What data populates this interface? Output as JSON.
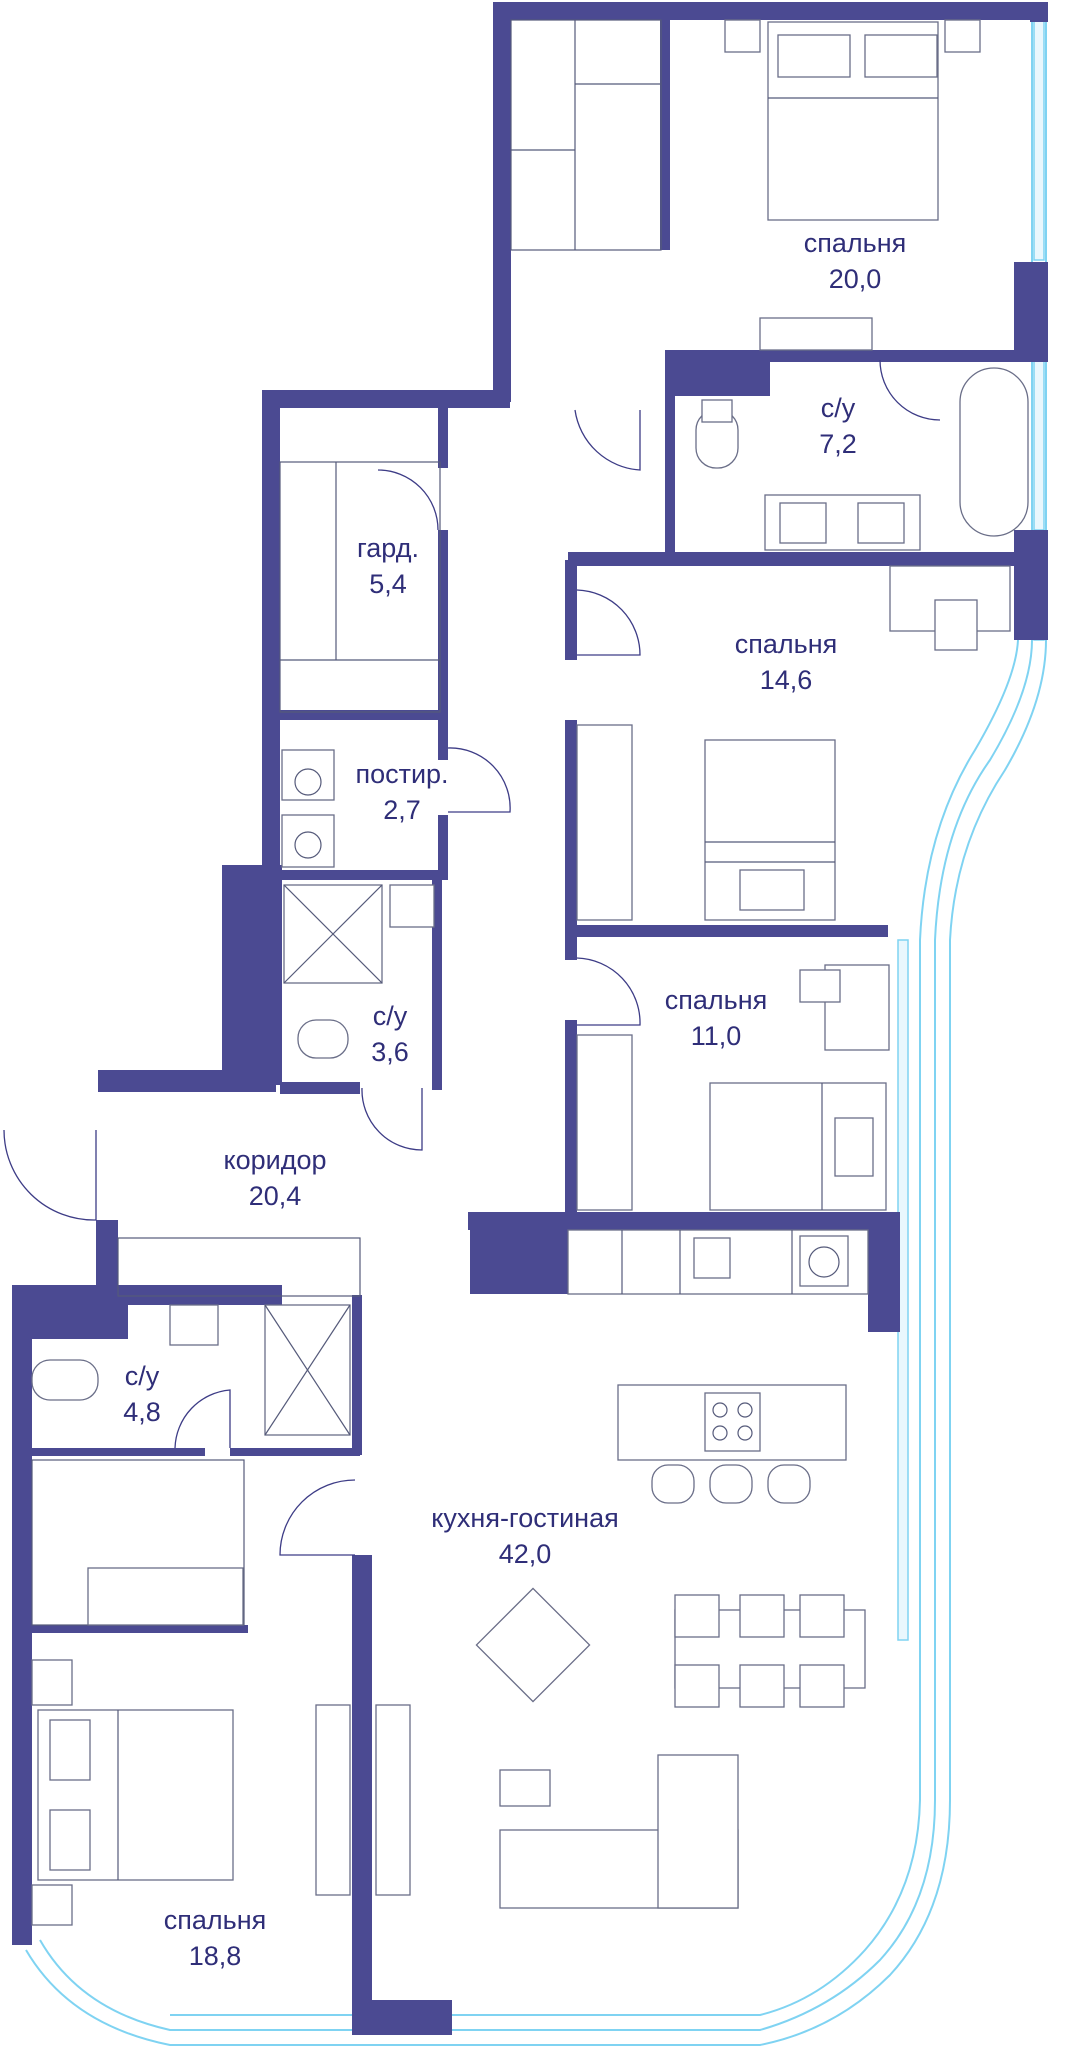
{
  "rooms": {
    "bedroom_top": {
      "name": "спальня",
      "area": "20,0"
    },
    "bath_top": {
      "name": "с/у",
      "area": "7,2"
    },
    "wardrobe": {
      "name": "гард.",
      "area": "5,4"
    },
    "bedroom_mid": {
      "name": "спальня",
      "area": "14,6"
    },
    "laundry": {
      "name": "постир.",
      "area": "2,7"
    },
    "bath_mid": {
      "name": "с/у",
      "area": "3,6"
    },
    "bedroom_small": {
      "name": "спальня",
      "area": "11,0"
    },
    "corridor": {
      "name": "коридор",
      "area": "20,4"
    },
    "bath_bottom": {
      "name": "с/у",
      "area": "4,8"
    },
    "kitchen_living": {
      "name": "кухня-гостиная",
      "area": "42,0"
    },
    "bedroom_bottom": {
      "name": "спальня",
      "area": "18,8"
    }
  },
  "colors": {
    "wall": "#4b4a92",
    "label": "#2f2e78",
    "glazing": "#7fd3f2"
  }
}
